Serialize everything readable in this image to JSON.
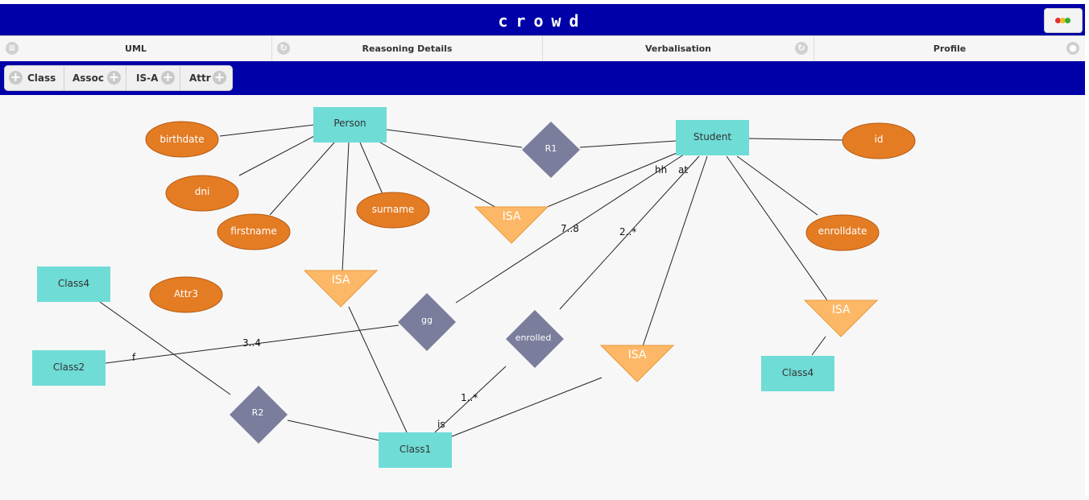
{
  "app": {
    "title": "crowd"
  },
  "colors": {
    "header": "#0000a8",
    "entity": "#6fdcd6",
    "attribute": "#e47c24",
    "relationship": "#7a7d9c",
    "isa": "#fdb867"
  },
  "nav": {
    "tabs": [
      {
        "label": "UML",
        "icon": "menu-icon"
      },
      {
        "label": "Reasoning Details",
        "icon": "refresh-icon"
      },
      {
        "label": "Verbalisation",
        "icon": "refresh-icon"
      },
      {
        "label": "Profile",
        "icon": "user-icon"
      }
    ]
  },
  "toolbar": {
    "class_label": "Class",
    "assoc_label": "Assoc",
    "isa_label": "IS-A",
    "attr_label": "Attr"
  },
  "diagram": {
    "entities": {
      "person": "Person",
      "student": "Student",
      "class4_left": "Class4",
      "class2": "Class2",
      "class1": "Class1",
      "class4_right": "Class4"
    },
    "attributes": {
      "birthdate": "birthdate",
      "dni": "dni",
      "firstname": "firstname",
      "surname": "surname",
      "attr3": "Attr3",
      "id": "id",
      "enrolldate": "enrolldate"
    },
    "relationships": {
      "r1": "R1",
      "gg": "gg",
      "enrolled": "enrolled",
      "r2": "R2"
    },
    "isa_label": "ISA",
    "labels": {
      "hh": "hh",
      "at": "at",
      "card_7_8": "7..8",
      "card_2_star": "2..*",
      "card_3_4": "3..4",
      "f": "f",
      "card_1_star": "1..*",
      "is": "is"
    }
  }
}
